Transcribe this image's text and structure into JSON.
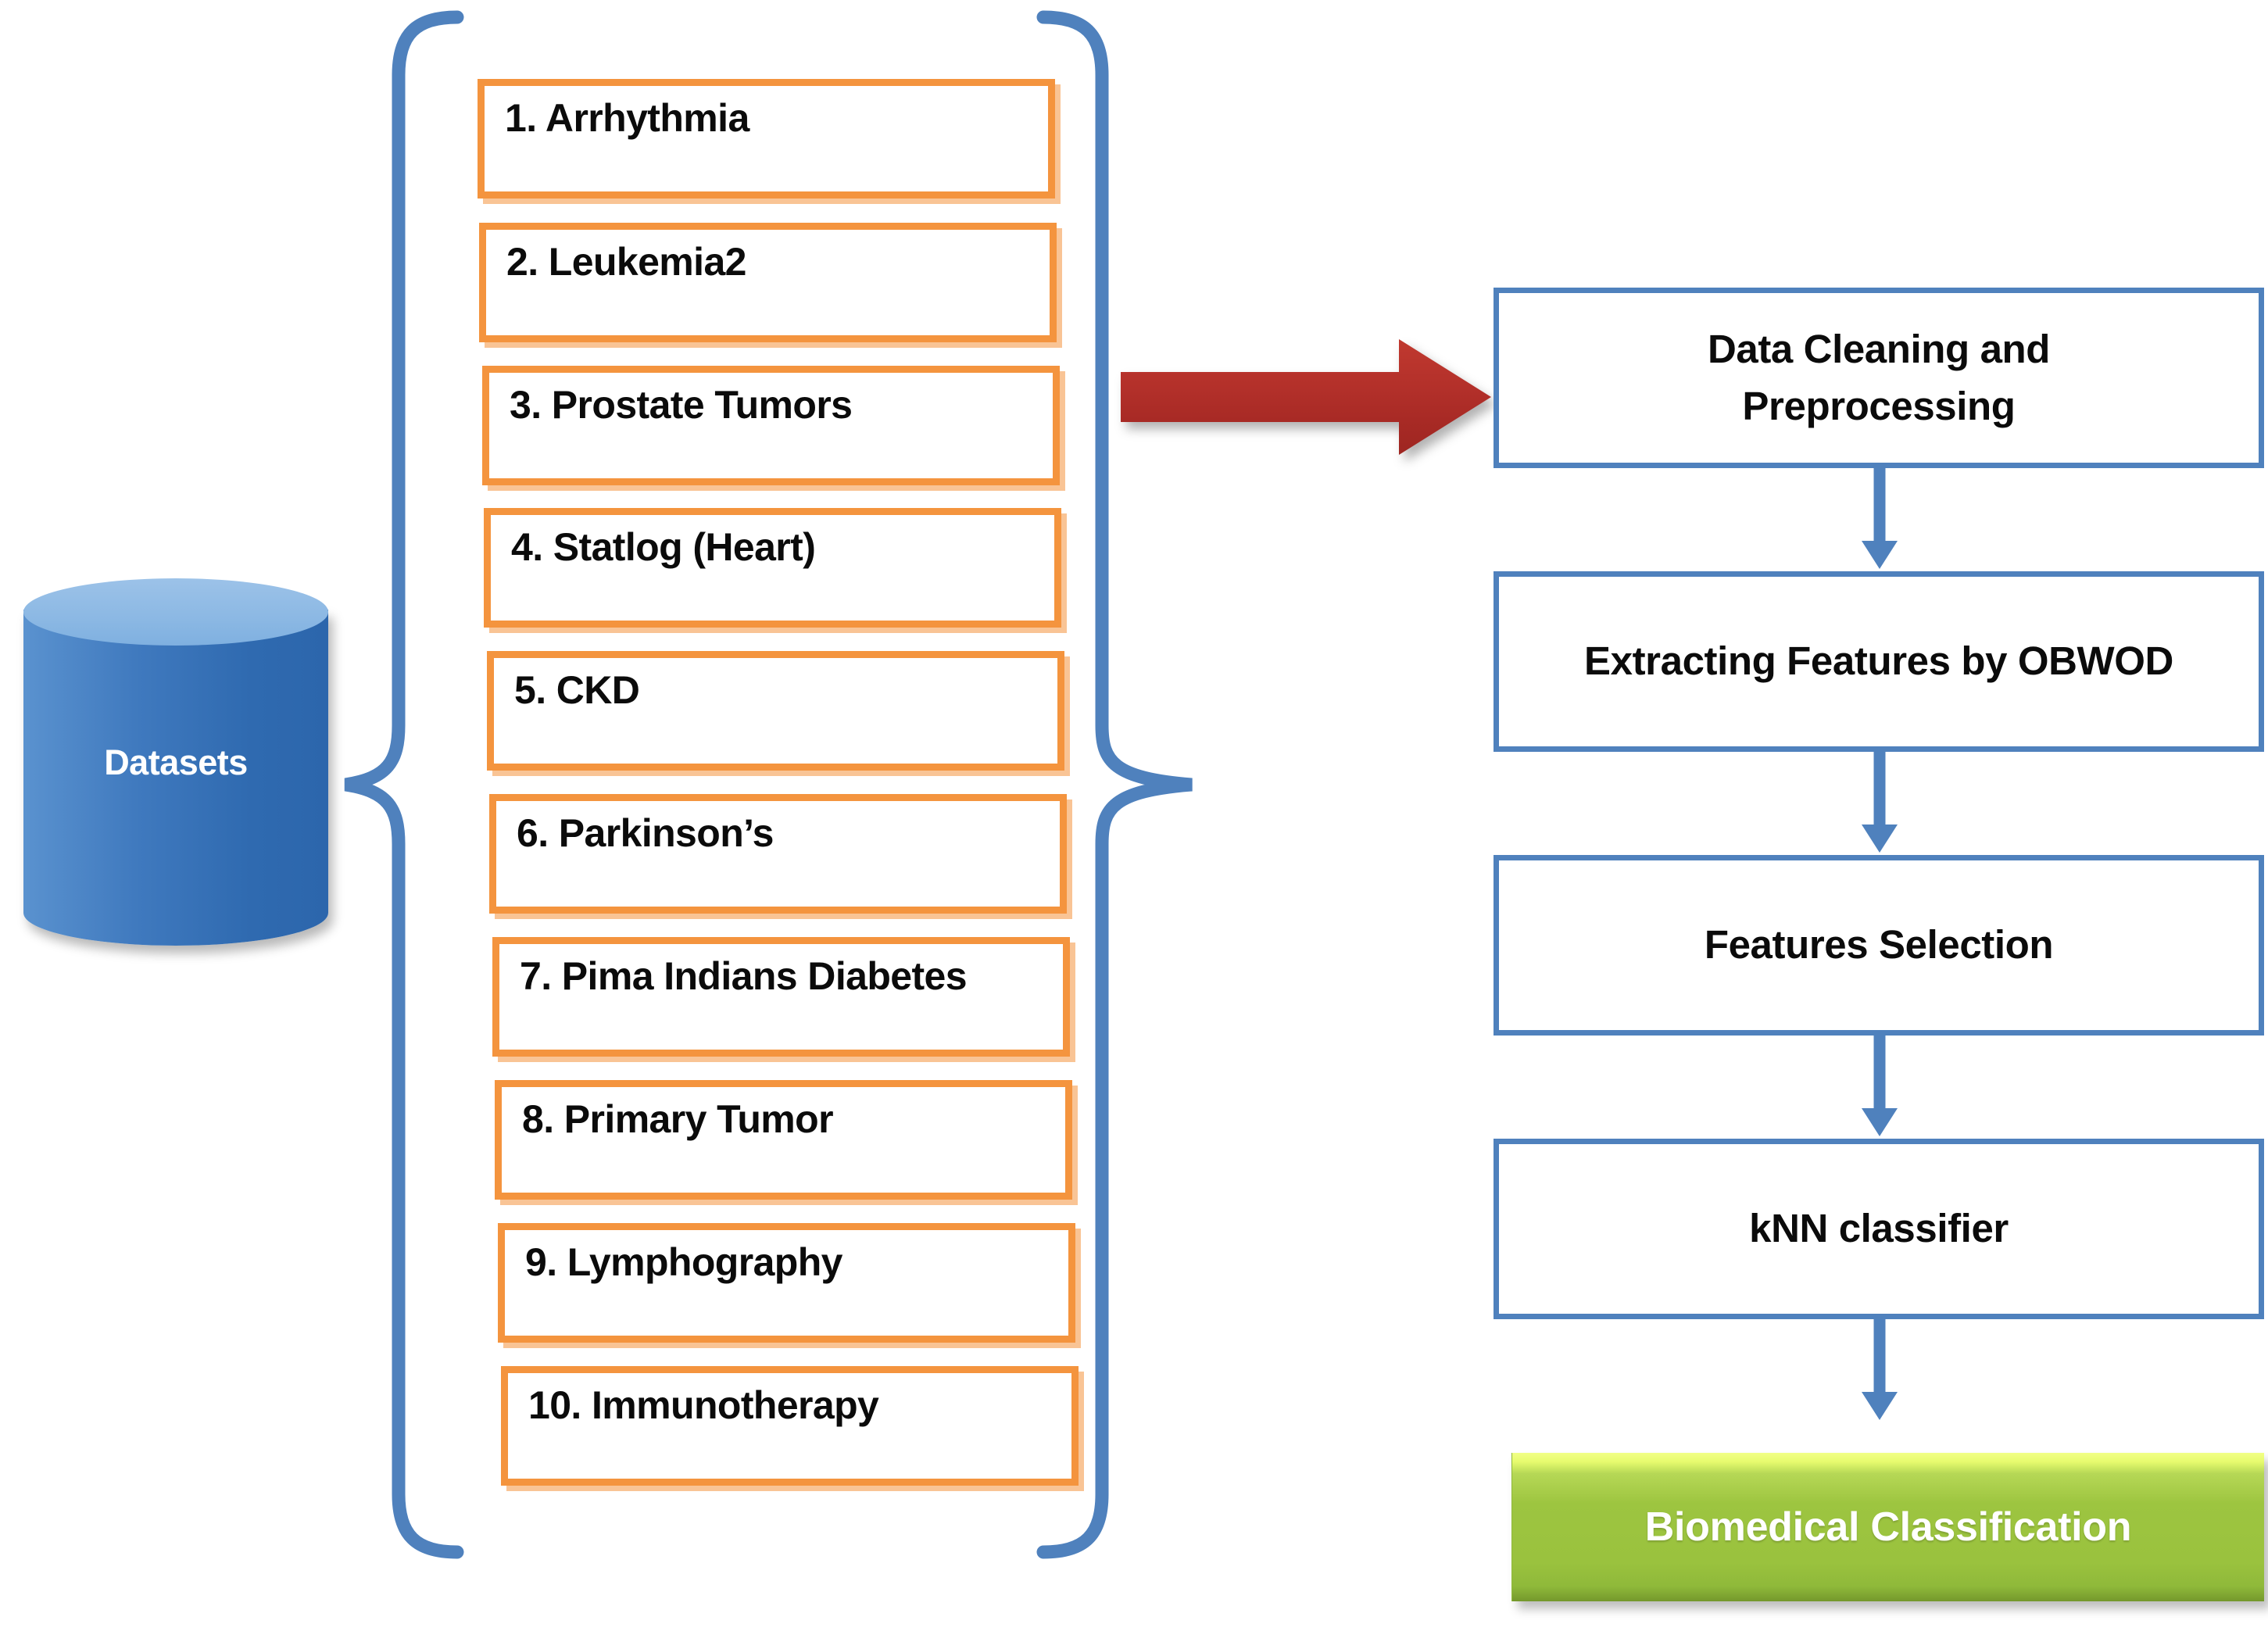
{
  "source": {
    "label": "Datasets",
    "icon": "database-cylinder-icon",
    "color": "#3F79BE"
  },
  "datasets": {
    "items": [
      {
        "label": "1. Arrhythmia"
      },
      {
        "label": "2. Leukemia2"
      },
      {
        "label": "3. Prostate Tumors"
      },
      {
        "label": "4. Statlog (Heart)"
      },
      {
        "label": "5. CKD"
      },
      {
        "label": "6. Parkinson’s"
      },
      {
        "label": "7. Pima Indians Diabetes"
      },
      {
        "label": "8. Primary Tumor"
      },
      {
        "label": "9. Lymphography"
      },
      {
        "label": "10. Immunotherapy"
      }
    ],
    "box_border_color": "#F4943E",
    "brace_color": "#4F81BD"
  },
  "transfer_arrow": {
    "icon": "right-arrow-icon",
    "color": "#B42B2B"
  },
  "pipeline": {
    "steps": [
      {
        "label": "Data Cleaning and Preprocessing",
        "line1": "Data Cleaning and",
        "line2": "Preprocessing"
      },
      {
        "label": "Extracting Features by OBWOD"
      },
      {
        "label": "Features Selection"
      },
      {
        "label": "kNN classifier"
      }
    ],
    "step_border_color": "#4F81BD",
    "connector_icon": "down-arrow-icon"
  },
  "result": {
    "label": "Biomedical Classification",
    "color": "#9AC23E"
  }
}
